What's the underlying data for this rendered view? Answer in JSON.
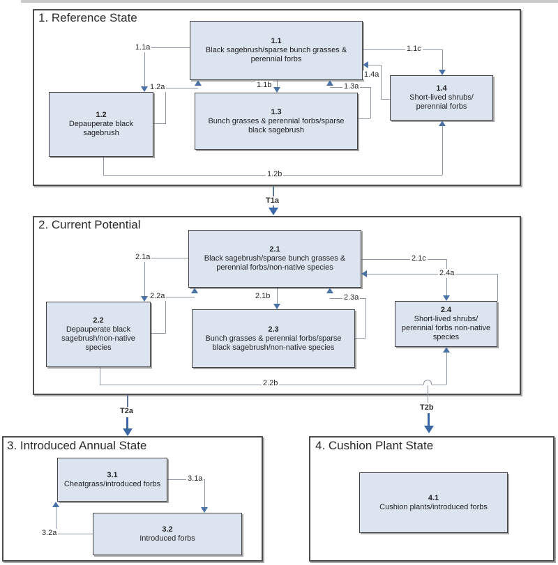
{
  "colors": {
    "node_fill": "#dce4f0",
    "node_border": "#434343",
    "state_border": "#4d4d4d",
    "line": "#8d96a3",
    "arrow": "#4b72a5",
    "blue": "#3a66a4",
    "ink": "#1f1f1f"
  },
  "sections": [
    {
      "title": "1. Reference State",
      "nodes": [
        {
          "num": "1.1",
          "label": "Black sagebrush/sparse bunch grasses & perennial forbs"
        },
        {
          "num": "1.2",
          "label": "Depauperate black sagebrush"
        },
        {
          "num": "1.3",
          "label": "Bunch grasses & perennial forbs/sparse black sagebrush"
        },
        {
          "num": "1.4",
          "label": "Short-lived shrubs/ perennial forbs"
        }
      ],
      "edges": [
        {
          "label": "1.1a"
        },
        {
          "label": "1.2a"
        },
        {
          "label": "1.1b"
        },
        {
          "label": "1.3a"
        },
        {
          "label": "1.1c"
        },
        {
          "label": "1.4a"
        },
        {
          "label": "1.2b"
        }
      ]
    },
    {
      "title": "2. Current Potential",
      "nodes": [
        {
          "num": "2.1",
          "label": "Black sagebrush/sparse bunch grasses & perennial forbs/non-native species"
        },
        {
          "num": "2.2",
          "label": "Depauperate black sagebrush/non-native species"
        },
        {
          "num": "2.3",
          "label": "Bunch grasses & perennial forbs/sparse black sagebrush/non-native species"
        },
        {
          "num": "2.4",
          "label": "Short-lived shrubs/ perennial forbs non-native species"
        }
      ],
      "edges": [
        {
          "label": "2.1a"
        },
        {
          "label": "2.2a"
        },
        {
          "label": "2.1b"
        },
        {
          "label": "2.3a"
        },
        {
          "label": "2.1c"
        },
        {
          "label": "2.4a"
        },
        {
          "label": "2.2b"
        }
      ]
    },
    {
      "title": "3. Introduced Annual State",
      "nodes": [
        {
          "num": "3.1",
          "label": "Cheatgrass/introduced forbs"
        },
        {
          "num": "3.2",
          "label": "Introduced forbs"
        }
      ],
      "edges": [
        {
          "label": "3.1a"
        },
        {
          "label": "3.2a"
        }
      ]
    },
    {
      "title": "4. Cushion Plant State",
      "nodes": [
        {
          "num": "4.1",
          "label": "Cushion plants/introduced forbs"
        }
      ],
      "edges": []
    }
  ],
  "transitions": [
    {
      "label": "T1a"
    },
    {
      "label": "T2a"
    },
    {
      "label": "T2b"
    }
  ]
}
